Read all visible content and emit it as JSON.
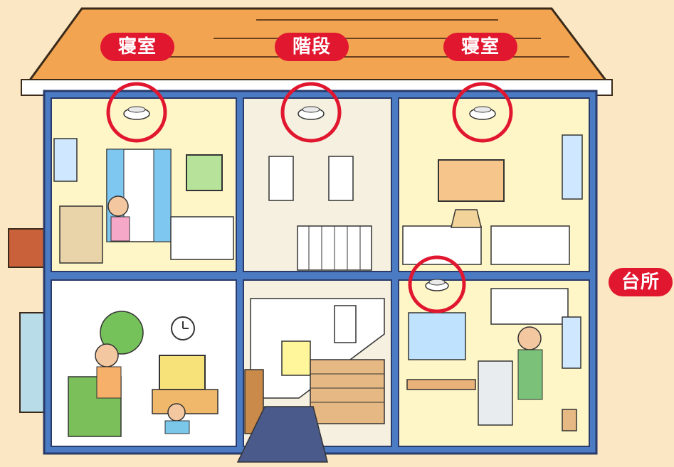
{
  "colors": {
    "background": "#fbe7c3",
    "roof": "#f2a451",
    "frame": "#4b7bc2",
    "wall": "#fff6c8",
    "label_fill": "#e1162f",
    "detector_ring": "#e1162f"
  },
  "labels": {
    "bedroom_left": "寝室",
    "stairs": "階段",
    "bedroom_right": "寝室",
    "kitchen": "台所"
  },
  "icons": {
    "smoke_detector": "smoke-detector-icon",
    "clock": "clock-icon"
  }
}
